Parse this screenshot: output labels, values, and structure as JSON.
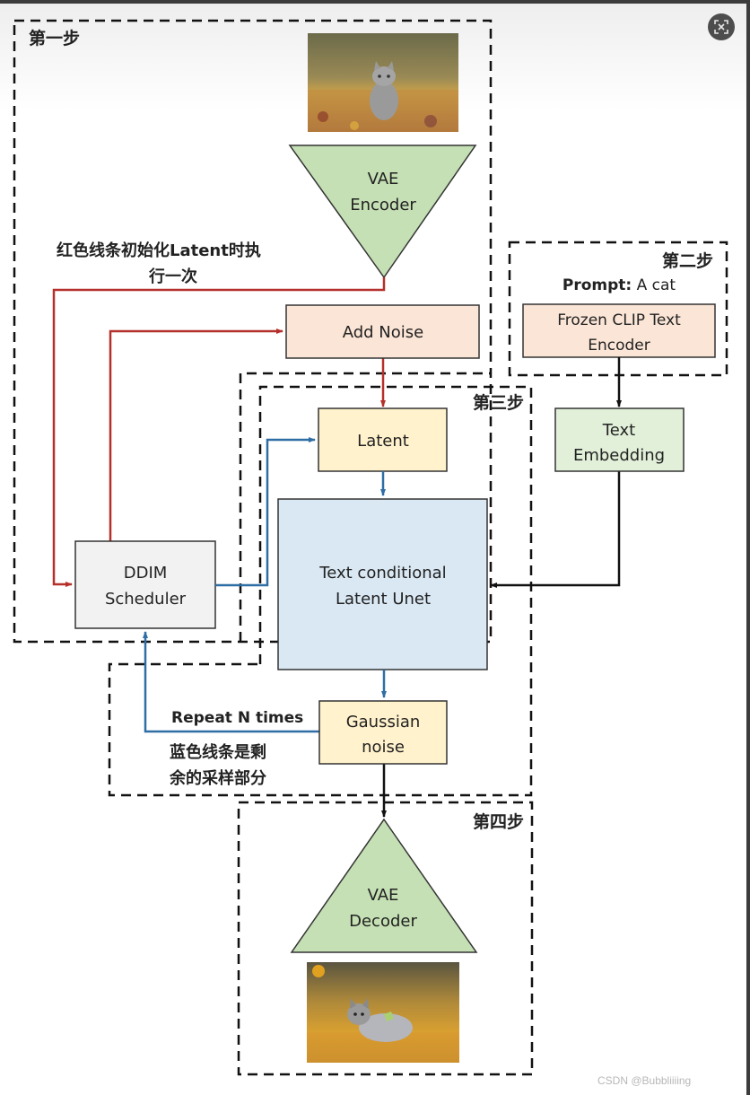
{
  "colors": {
    "red_line": "#b5302a",
    "blue_line": "#2f6ea5",
    "black_line": "#111111",
    "vae_green": "#c5e0b4",
    "orange_box": "#fbe5d6",
    "yellow_box": "#fff2cc",
    "green_box": "#e2f0d9",
    "blue_box": "#dae8f4",
    "gray_box": "#f2f2f2"
  },
  "steps": {
    "step1": "第一步",
    "step2": "第二步",
    "step3": "第三步",
    "step4": "第四步"
  },
  "nodes": {
    "input_image": "cat-in-autumn-leaves-photo",
    "vae_encoder": [
      "VAE",
      "Encoder"
    ],
    "add_noise": "Add Noise",
    "prompt_label": "Prompt:",
    "prompt_value": " A cat",
    "clip_encoder": [
      "Frozen CLIP Text",
      "Encoder"
    ],
    "text_embedding": [
      "Text",
      "Embedding"
    ],
    "latent": "Latent",
    "unet": [
      "Text conditional",
      "Latent Unet"
    ],
    "ddim": [
      "DDIM",
      "Scheduler"
    ],
    "gaussian": [
      "Gaussian",
      "noise"
    ],
    "vae_decoder": [
      "VAE",
      "Decoder"
    ],
    "output_image": "generated-kitten-in-autumn-leaves"
  },
  "annotations": {
    "red_note": [
      "红色线条初始化Latent时执",
      "行一次"
    ],
    "repeat": "Repeat N times",
    "blue_note": [
      "蓝色线条是剩",
      "余的采样部分"
    ]
  },
  "toolbar": {
    "ocr_icon": "text-recognition-icon"
  },
  "watermark": "CSDN @Bubbliiiing"
}
